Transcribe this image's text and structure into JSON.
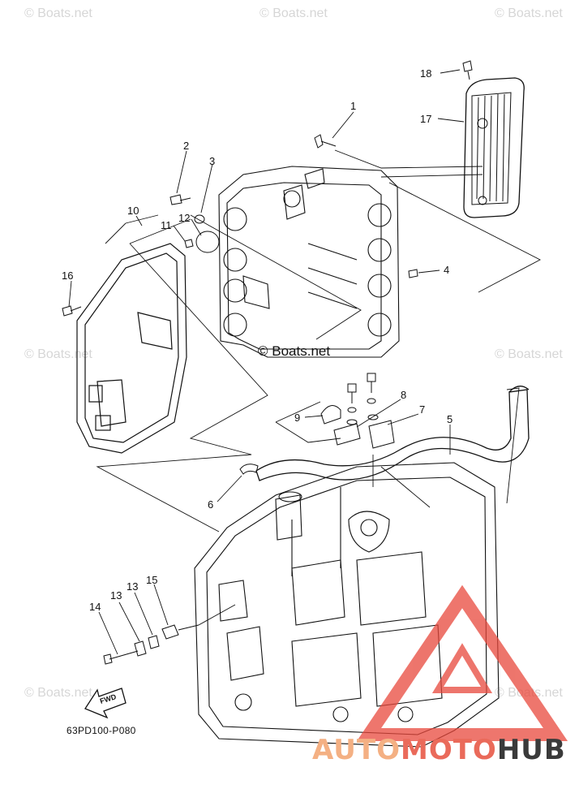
{
  "watermarks": {
    "text": "© Boats.net",
    "center": "© Boats.net"
  },
  "diagram": {
    "code": "63PD100-P080",
    "fwd": "FWD"
  },
  "callouts": [
    "1",
    "2",
    "3",
    "4",
    "5",
    "6",
    "7",
    "8",
    "9",
    "10",
    "11",
    "12",
    "13",
    "13",
    "14",
    "15",
    "16",
    "17",
    "18"
  ],
  "brand": {
    "part_a": "AUTO",
    "part_b": "MOTO",
    "part_c": "HUB",
    "colors": {
      "auto": "#f4b083",
      "moto": "#ea6a5a",
      "hub": "#3a3a3a",
      "triangle": "#e8483c"
    }
  }
}
